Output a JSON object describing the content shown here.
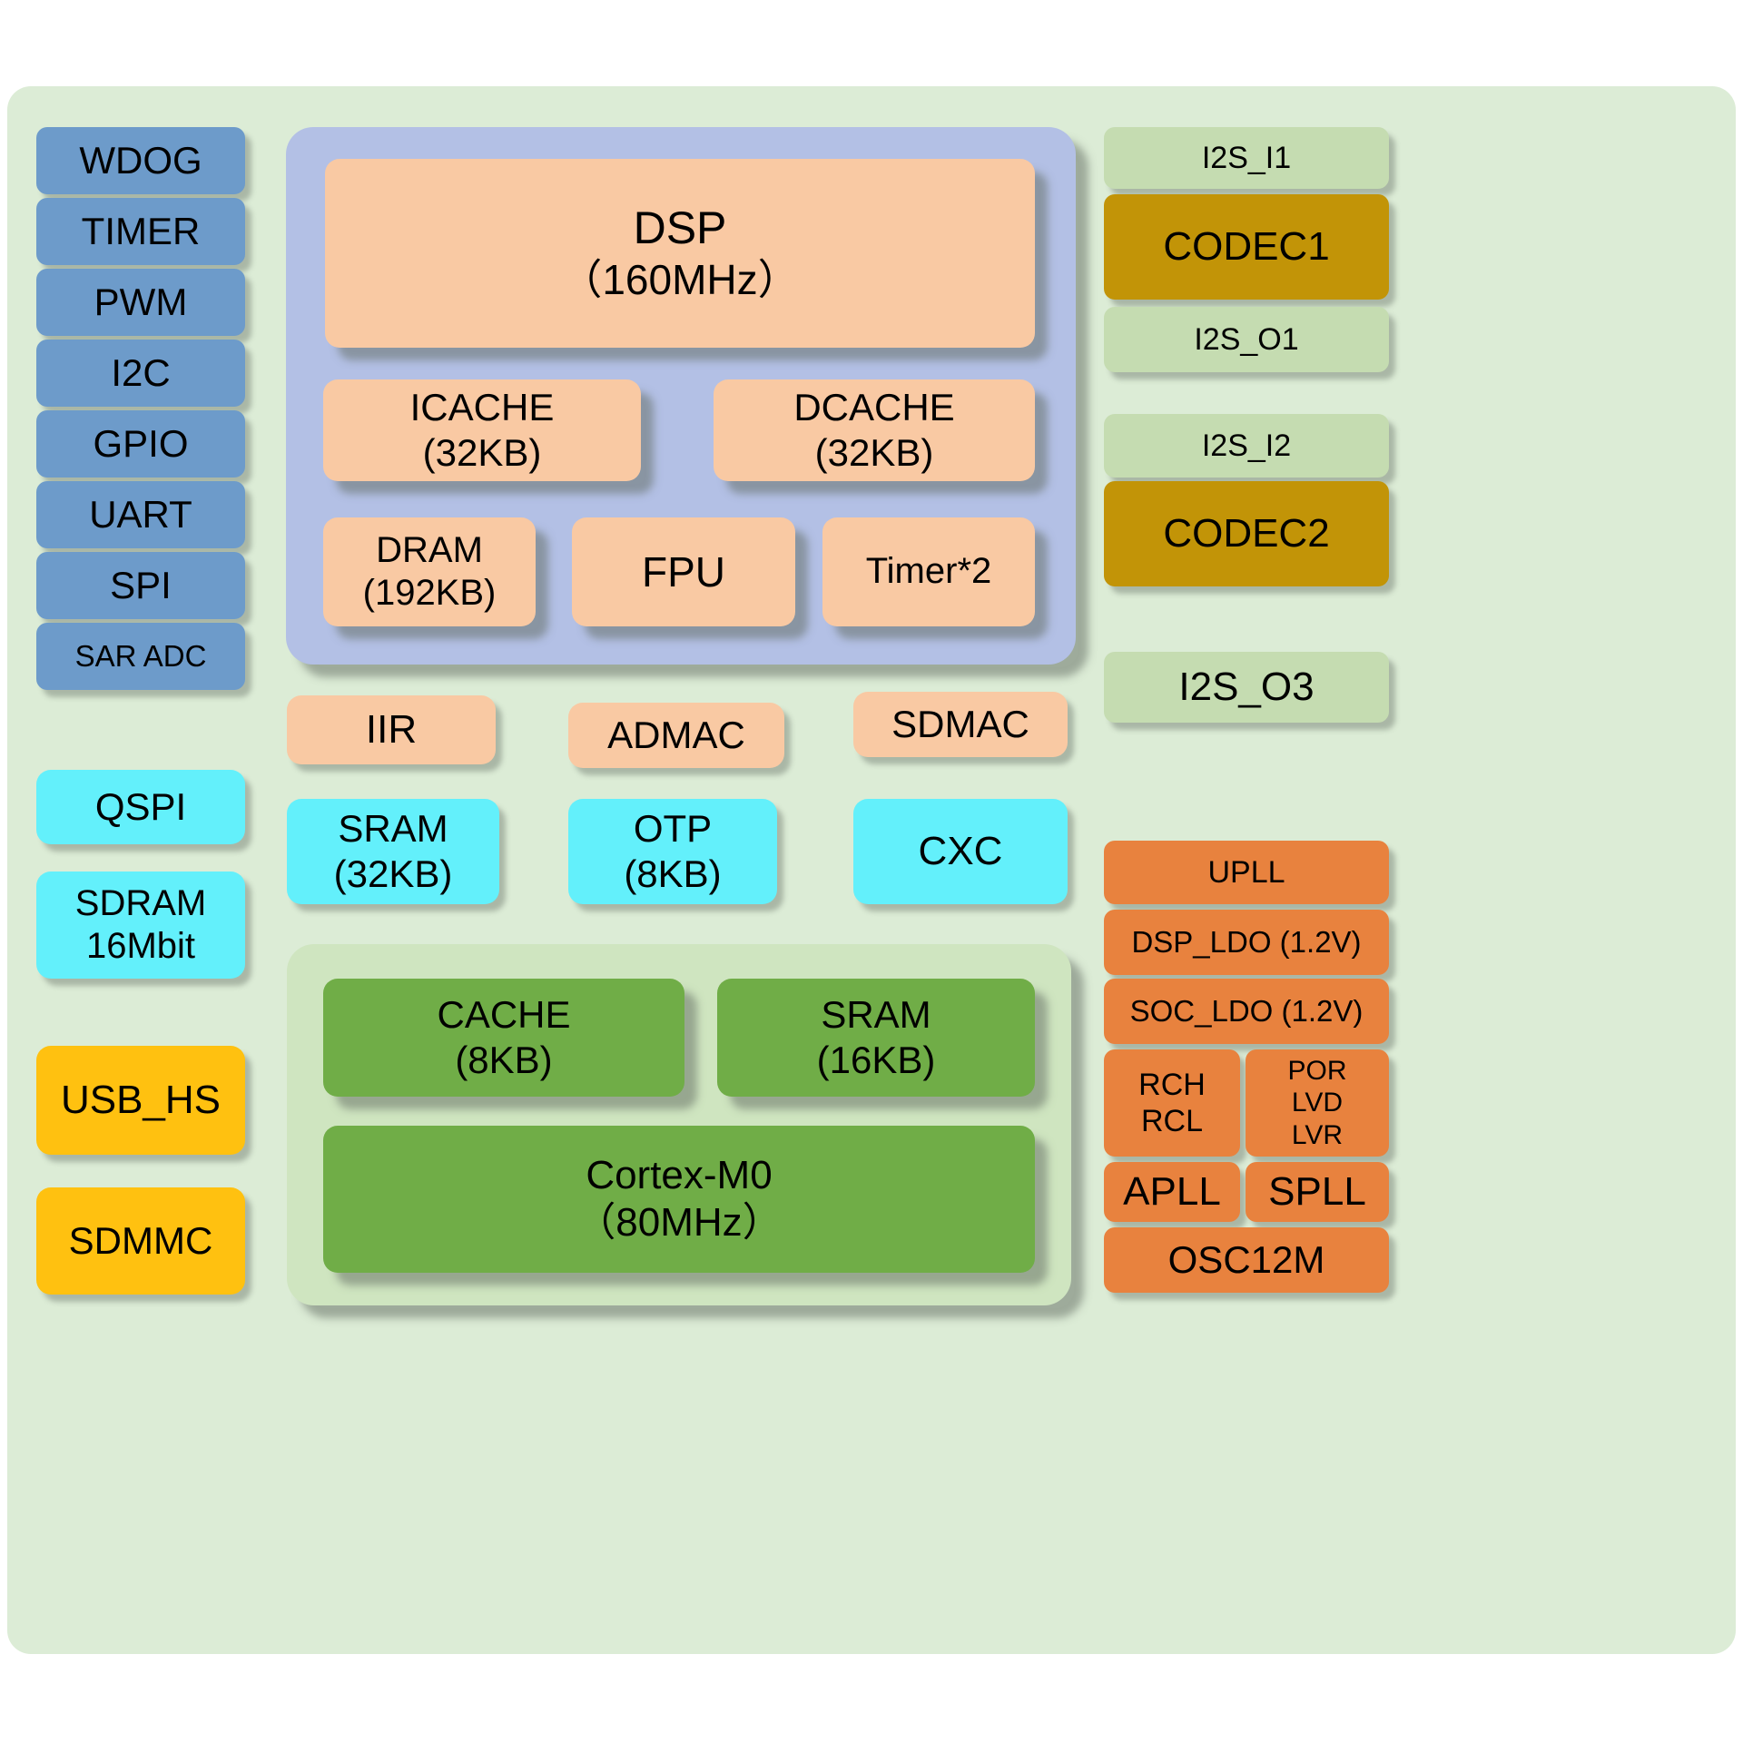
{
  "palette": {
    "board_background": "#dcecd6",
    "peripheral_blue": "#6d9bca",
    "memory_cyan": "#63f0fb",
    "io_yellow": "#ffc110",
    "dsp_container_blue": "#b3c0e5",
    "dsp_block_salmon": "#f9c9a3",
    "m0_container_green": "#cfe5c0",
    "m0_block_green": "#70ad47",
    "i2s_light_green": "#c5dcb1",
    "codec_gold": "#c29407",
    "power_orange": "#e8823e"
  },
  "left_column": {
    "peripherals": [
      "WDOG",
      "TIMER",
      "PWM",
      "I2C",
      "GPIO",
      "UART",
      "SPI",
      "SAR ADC"
    ],
    "qspi": "QSPI",
    "sdram": {
      "line1": "SDRAM",
      "line2": "16Mbit"
    },
    "usb_hs": "USB_HS",
    "sdmmc": "SDMMC"
  },
  "dsp_subsystem": {
    "dsp": {
      "line1": "DSP",
      "line2": "（160MHz）"
    },
    "icache": {
      "line1": "ICACHE",
      "line2": "(32KB)"
    },
    "dcache": {
      "line1": "DCACHE",
      "line2": "(32KB)"
    },
    "dram": {
      "line1": "DRAM",
      "line2": "(192KB)"
    },
    "fpu": "FPU",
    "timer2": "Timer*2"
  },
  "middle_row": {
    "iir": "IIR",
    "admac": "ADMAC",
    "sdmac": "SDMAC",
    "sram": {
      "line1": "SRAM",
      "line2": "(32KB)"
    },
    "otp": {
      "line1": "OTP",
      "line2": "(8KB)"
    },
    "cxc": "CXC"
  },
  "m0_subsystem": {
    "cache": {
      "line1": "CACHE",
      "line2": "(8KB)"
    },
    "sram": {
      "line1": "SRAM",
      "line2": "(16KB)"
    },
    "core": {
      "line1": "Cortex-M0",
      "line2": "（80MHz）"
    }
  },
  "right_column": {
    "i2s_i1": "I2S_I1",
    "codec1": "CODEC1",
    "i2s_o1": "I2S_O1",
    "i2s_i2": "I2S_I2",
    "codec2": "CODEC2",
    "i2s_o3": "I2S_O3",
    "upll": "UPLL",
    "dsp_ldo": "DSP_LDO (1.2V)",
    "soc_ldo": "SOC_LDO (1.2V)",
    "rch_rcl": {
      "line1": "RCH",
      "line2": "RCL"
    },
    "por_lvd_lvr": {
      "line1": "POR",
      "line2": "LVD",
      "line3": "LVR"
    },
    "apll": "APLL",
    "spll": "SPLL",
    "osc12m": "OSC12M"
  }
}
